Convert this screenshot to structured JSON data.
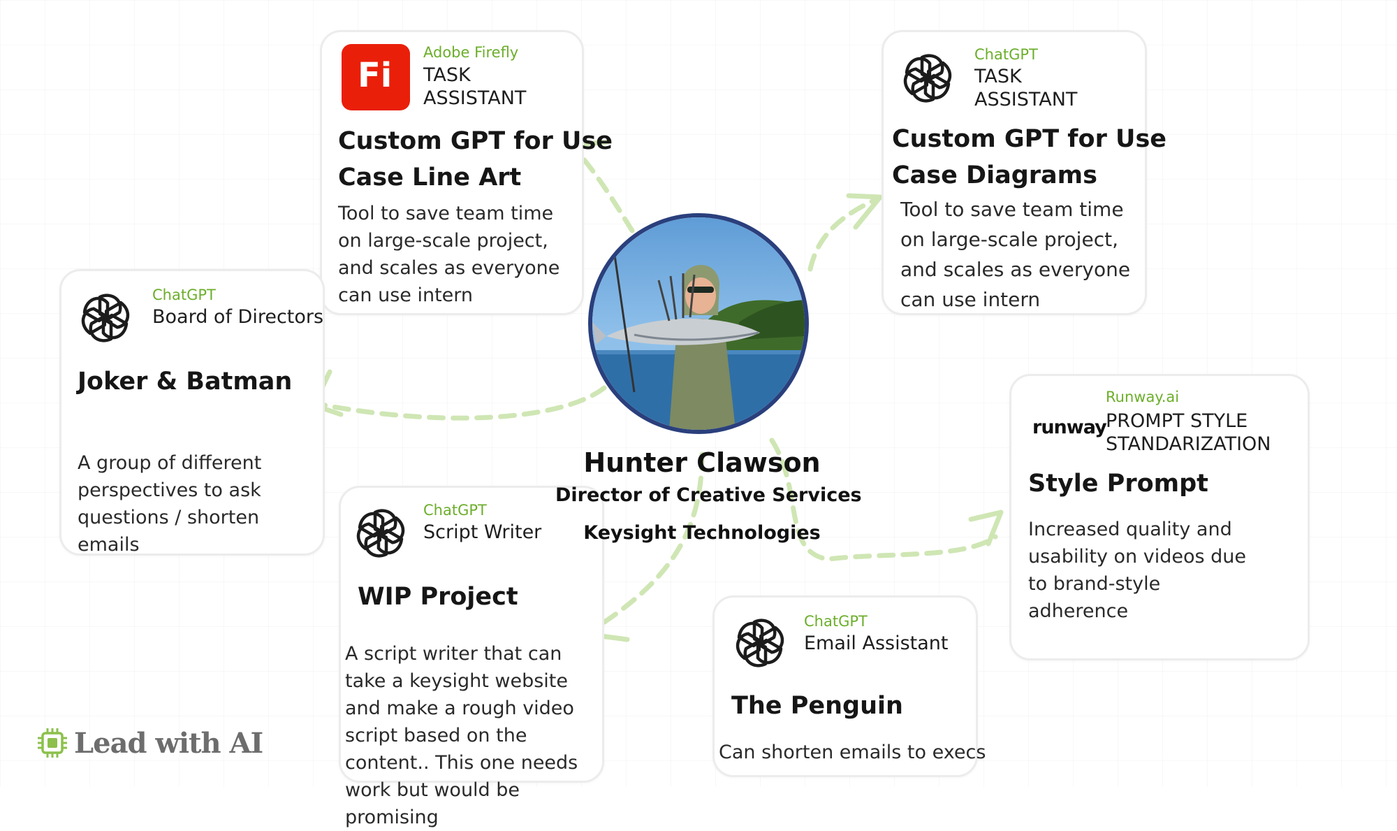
{
  "center": {
    "name": "Hunter Clawson",
    "role": "Director of Creative Services",
    "company": "Keysight Technologies"
  },
  "cards": {
    "firefly": {
      "brand": "Adobe Firefly",
      "subtitle_1": "TASK",
      "subtitle_2": "ASSISTANT",
      "title_1": "Custom GPT for Use",
      "title_2": "Case Line Art",
      "desc": "Tool to save team time on large-scale project, and scales as everyone can use intern"
    },
    "diagrams": {
      "brand": "ChatGPT",
      "subtitle_1": "TASK",
      "subtitle_2": "ASSISTANT",
      "title_1": "Custom GPT for Use",
      "title_2": "Case Diagrams",
      "desc": "Tool to save team time on large-scale project, and scales as everyone can use intern"
    },
    "board": {
      "brand": "ChatGPT",
      "subtitle": "Board of Directors",
      "title": "Joker & Batman",
      "desc": "A group of different perspectives to ask questions / shorten emails"
    },
    "script": {
      "brand": "ChatGPT",
      "subtitle": "Script Writer",
      "title": "WIP Project",
      "desc": "A script writer that can take a keysight website and make a rough video script based on the content.. This one needs work but would be promising"
    },
    "email": {
      "brand": "ChatGPT",
      "subtitle": "Email Assistant",
      "title": "The Penguin",
      "desc": "Can shorten emails to execs"
    },
    "runway": {
      "brand": "Runway.ai",
      "logo_text": "runway",
      "subtitle_1": "PROMPT STYLE",
      "subtitle_2": "STANDARIZATION",
      "title": "Style Prompt",
      "desc": "Increased quality and usability on videos due to brand-style adherence"
    }
  },
  "firefly_logo_text": "Fi",
  "footer_logo": "Lead with AI",
  "colors": {
    "accent_green": "#6cae2b",
    "arrow_green": "#cfe6b4",
    "firefly_red": "#ea1f0a",
    "photo_ring": "#2a3f7c"
  }
}
